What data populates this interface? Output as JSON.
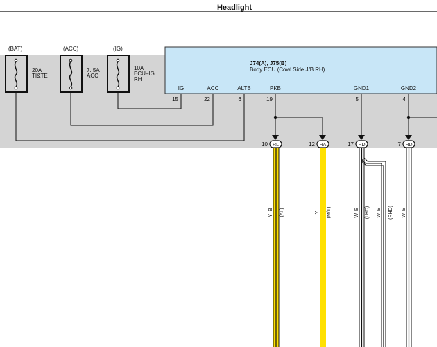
{
  "title": "Headlight",
  "fuses": [
    {
      "source": "(BAT)",
      "rating": "20A",
      "name": "TI&TE"
    },
    {
      "source": "(ACC)",
      "rating": "7. 5A",
      "name": "ACC"
    },
    {
      "source": "(IG)",
      "rating": "10A",
      "name_lines": [
        "ECU–IG",
        "RH"
      ]
    }
  ],
  "ecu": {
    "name_line1": "J74(A), J75(B)",
    "name_line2": "Body ECU (Cowl Side J/B RH)",
    "pins": [
      {
        "label": "IG",
        "number": "15"
      },
      {
        "label": "ACC",
        "number": "22"
      },
      {
        "label": "ALTB",
        "number": "6"
      },
      {
        "label": "PKB",
        "number": "19"
      },
      {
        "label": "GND1",
        "number": "5"
      },
      {
        "label": "GND2",
        "number": "4"
      }
    ]
  },
  "connectors": [
    {
      "number": "10",
      "code": "RL"
    },
    {
      "number": "12",
      "code": "RA"
    },
    {
      "number": "17",
      "code": "RD"
    },
    {
      "number": "7",
      "code": "RD"
    }
  ],
  "wires": [
    {
      "color_code": "Y–B",
      "note": "(AT)"
    },
    {
      "color_code": "Y",
      "note": "(M/T)"
    },
    {
      "color_code": "W–B",
      "note": "(LHD)"
    },
    {
      "color_code": "W–B",
      "note": "(RHD)"
    },
    {
      "color_code": "W–B",
      "note": ""
    }
  ],
  "colors": {
    "junction_block_fill": "#d4d4d4",
    "ecu_fill": "#c8e6f7",
    "yellow_wire": "#ffe000",
    "black_outline": "#111111"
  }
}
